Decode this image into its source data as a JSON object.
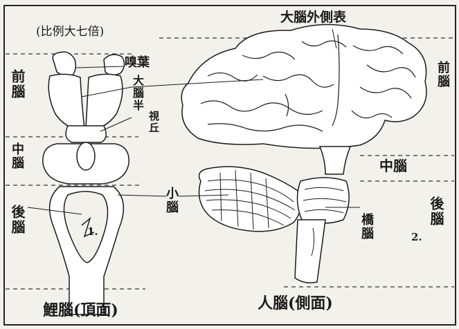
{
  "scale_note": "(比例大七倍)",
  "fish_brain": {
    "regions": {
      "forebrain": "前腦",
      "midbrain": "中腦",
      "hindbrain": "後腦"
    },
    "parts": {
      "olfactory_lobe": "嗅葉",
      "cerebrum": "大腦半",
      "thalamus": "視丘",
      "cerebellum": "小腦"
    },
    "caption": "鯉腦(頂面)"
  },
  "human_brain": {
    "parts": {
      "cerebral_cortex": "大腦外側表",
      "medulla": "橋腦"
    },
    "regions": {
      "forebrain": "前腦",
      "midbrain": "中腦",
      "hindbrain": "後腦"
    },
    "caption": "人腦(側面)"
  },
  "numbers": {
    "hind_1": "1.",
    "hind_2": "2."
  }
}
